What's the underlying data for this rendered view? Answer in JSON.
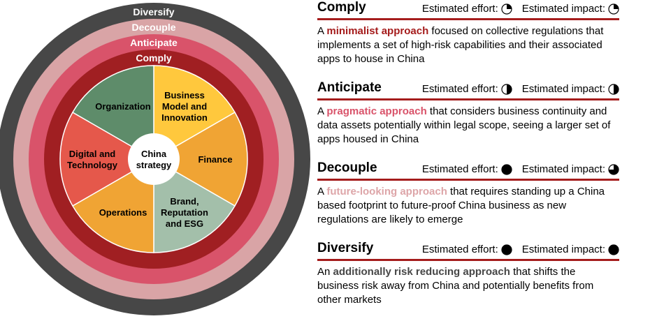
{
  "wheel": {
    "center": "China strategy",
    "center_lines": [
      "China",
      "strategy"
    ],
    "rings": [
      {
        "label": "Diversify",
        "color": "#474747"
      },
      {
        "label": "Decouple",
        "color": "#D9A4A6"
      },
      {
        "label": "Anticipate",
        "color": "#D9536A"
      },
      {
        "label": "Comply",
        "color": "#A01F22"
      }
    ],
    "segments": [
      {
        "lines": [
          "Business",
          "Model and",
          "Innovation"
        ],
        "color": "#FFC83D"
      },
      {
        "lines": [
          "Finance"
        ],
        "color": "#F0A434"
      },
      {
        "lines": [
          "Brand,",
          "Reputation",
          "and ESG"
        ],
        "color": "#A3BFAA"
      },
      {
        "lines": [
          "Operations"
        ],
        "color": "#F0A434"
      },
      {
        "lines": [
          "Digital and",
          "Technology"
        ],
        "color": "#E5584B"
      },
      {
        "lines": [
          "Organization"
        ],
        "color": "#5E8C6A"
      }
    ]
  },
  "effort_label": "Estimated effort:",
  "impact_label": "Estimated impact:",
  "sections": [
    {
      "title": "Comply",
      "effort": 0.25,
      "impact": 0.25,
      "prefix": "A ",
      "highlight": "minimalist approach",
      "highlight_color": "#A51C1C",
      "rest": " focused on collective regulations that implements a set of high-risk capabilities and their associated apps to house in China"
    },
    {
      "title": "Anticipate",
      "effort": 0.5,
      "impact": 0.5,
      "prefix": "A ",
      "highlight": "pragmatic approach",
      "highlight_color": "#D9536A",
      "rest": " that considers business continuity and data assets potentially within legal scope, seeing a larger set of apps housed in China"
    },
    {
      "title": "Decouple",
      "effort": 1,
      "impact": 0.75,
      "prefix": "A ",
      "highlight": "future-looking approach",
      "highlight_color": "#DDA5A8",
      "rest": " that requires standing up a China based footprint to future-proof China business as new regulations are likely to emerge"
    },
    {
      "title": "Diversify",
      "effort": 1,
      "impact": 1,
      "prefix": "An ",
      "highlight": "additionally risk reducing approach",
      "highlight_color": "#474747",
      "rest": " that shifts the business risk away from China and potentially benefits from other markets"
    }
  ]
}
